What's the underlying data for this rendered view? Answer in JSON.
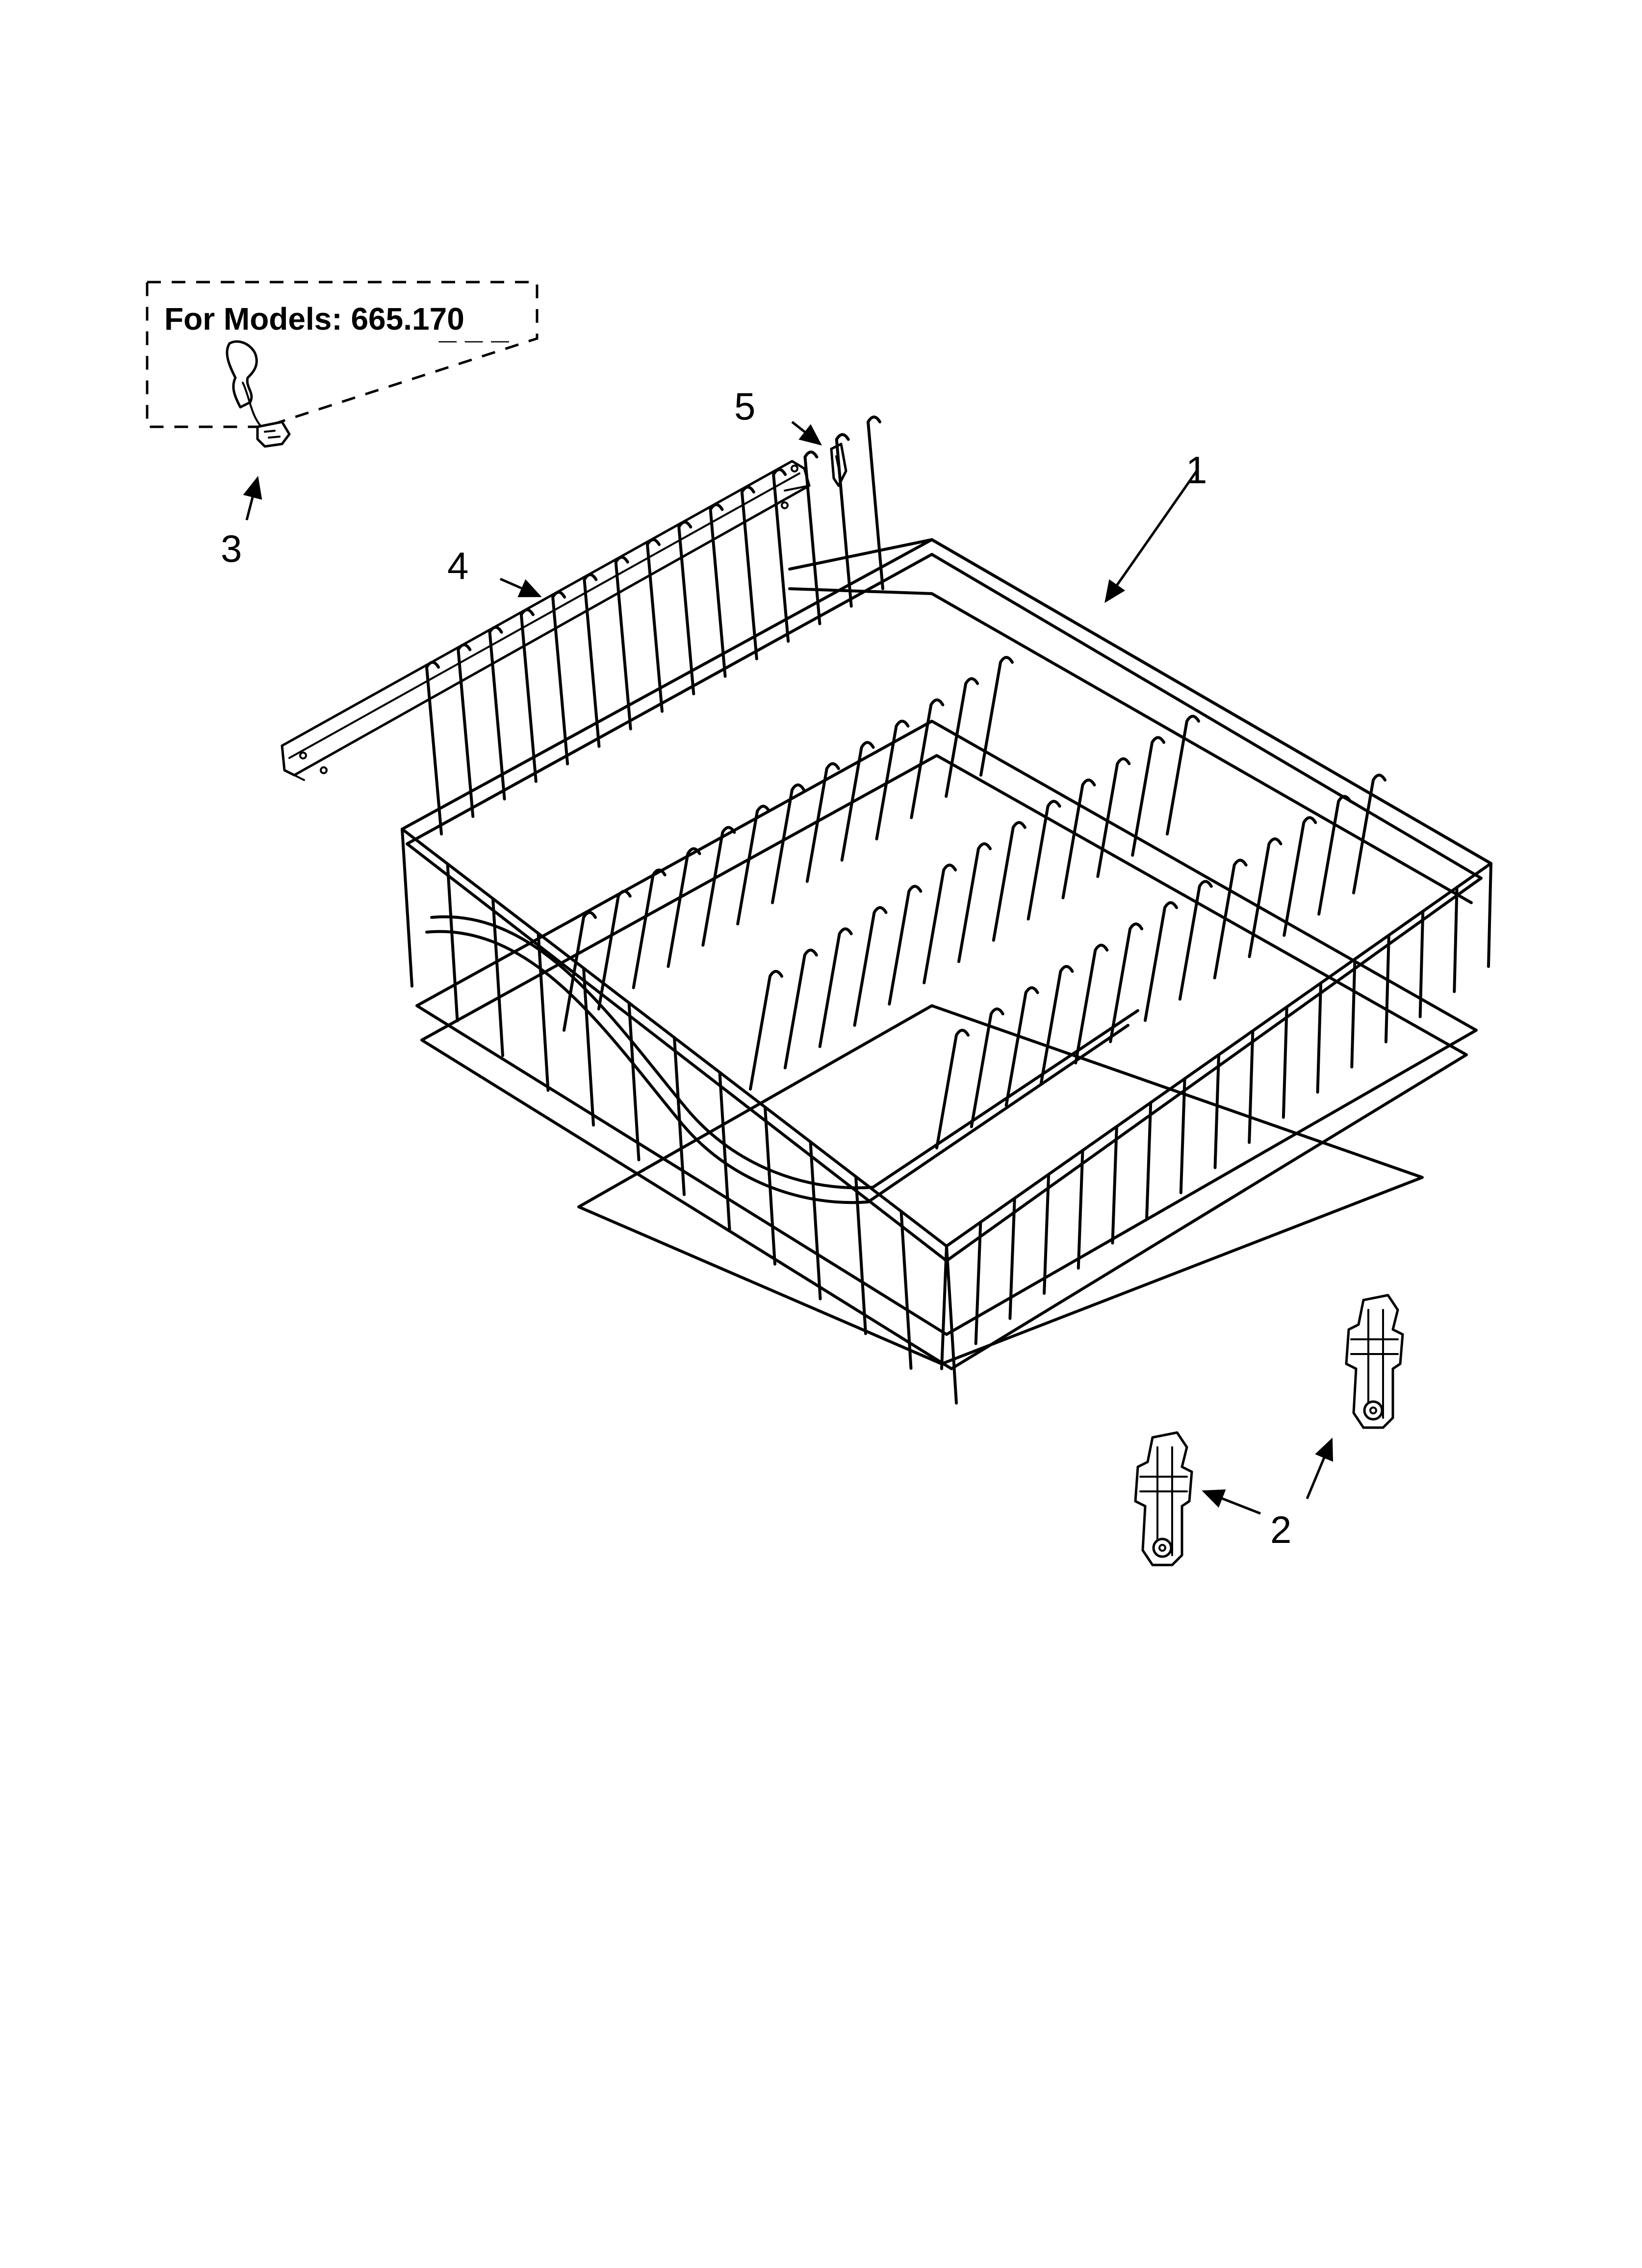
{
  "inset": {
    "models_label": "For Models: 665.170",
    "models_blank": "_ _ _"
  },
  "callouts": [
    {
      "id": "1",
      "text": "1",
      "part": "upper-rack"
    },
    {
      "id": "2",
      "text": "2",
      "part": "rack-adjuster"
    },
    {
      "id": "3",
      "text": "3",
      "part": "wire-harness-clip"
    },
    {
      "id": "4",
      "text": "4",
      "part": "rack-rail"
    },
    {
      "id": "5",
      "text": "5",
      "part": "rail-stop"
    }
  ],
  "colors": {
    "line": "#000000",
    "background": "#ffffff"
  }
}
